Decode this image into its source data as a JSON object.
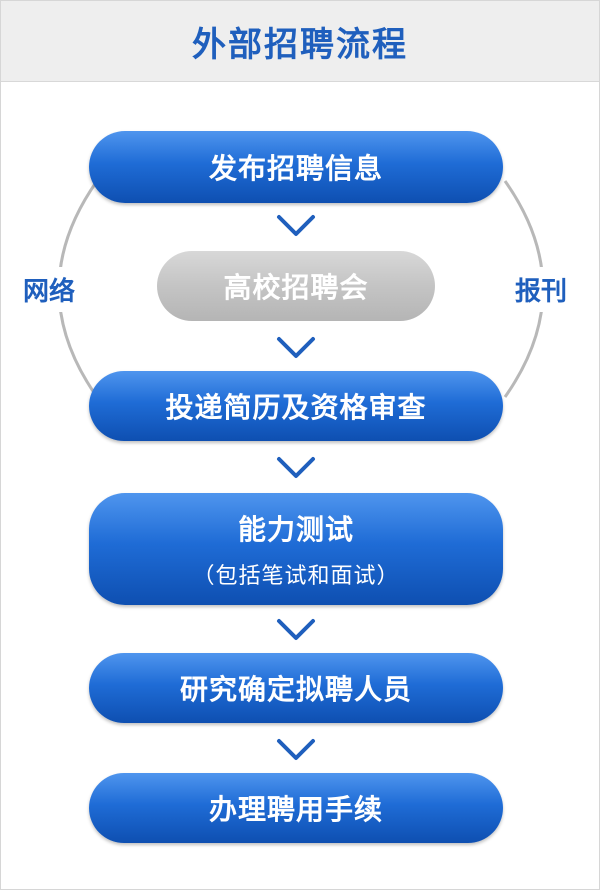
{
  "header": {
    "title": "外部招聘流程"
  },
  "side_labels": {
    "left": "网络",
    "right": "报刊"
  },
  "steps": [
    {
      "label": "发布招聘信息"
    },
    {
      "label": "高校招聘会"
    },
    {
      "label": "投递简历及资格审查"
    },
    {
      "label": "能力测试",
      "sublabel": "（包括笔试和面试）"
    },
    {
      "label": "研究确定拟聘人员"
    },
    {
      "label": "办理聘用手续"
    }
  ],
  "colors": {
    "accent_blue": "#1f5fbd",
    "step_blue": "#1f6cd6",
    "step_grey": "#c4c4c4",
    "connector_line": "#b8b8b8"
  }
}
